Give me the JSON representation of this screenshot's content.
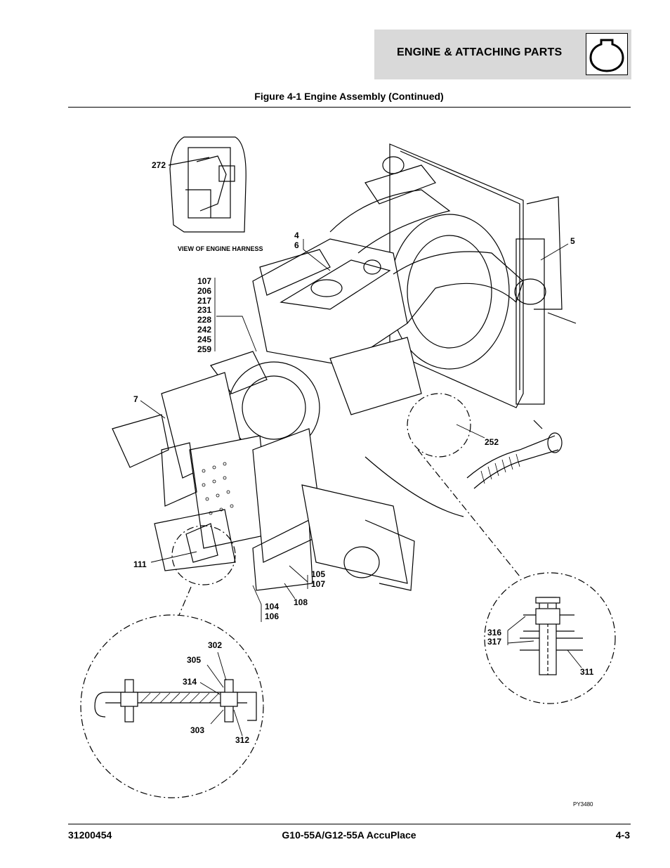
{
  "header": {
    "section_title": "ENGINE & ATTACHING PARTS",
    "icon": "engine-icon"
  },
  "figure_title": "Figure 4-1 Engine Assembly (Continued)",
  "inset_caption": "VIEW OF ENGINE HARNESS",
  "drawing_code": "PY3480",
  "callouts": {
    "c272": "272",
    "c4_6": [
      "4",
      "6"
    ],
    "c5": "5",
    "c107_group": [
      "107",
      "206",
      "217",
      "231",
      "228",
      "242",
      "245",
      "259"
    ],
    "c7": "7",
    "c252": "252",
    "c111": "111",
    "c105_107": [
      "105",
      "107"
    ],
    "c104_106": [
      "104",
      "106"
    ],
    "c108": "108",
    "c302": "302",
    "c305": "305",
    "c314": "314",
    "c303": "303",
    "c312": "312",
    "c316_317": [
      "316",
      "317"
    ],
    "c311": "311"
  },
  "footer": {
    "part_number": "31200454",
    "model": "G10-55A/G12-55A AccuPlace",
    "page": "4-3"
  }
}
